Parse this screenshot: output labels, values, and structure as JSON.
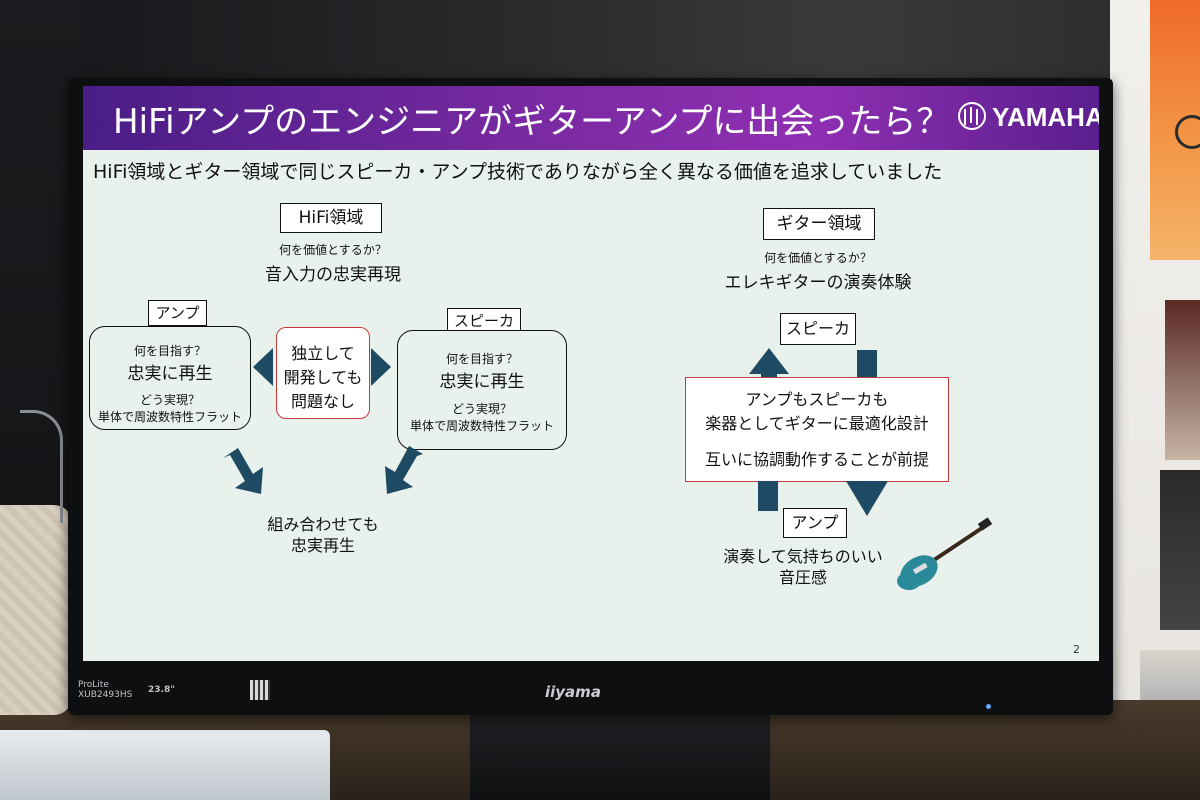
{
  "slide": {
    "title": "HiFiアンプのエンジニアがギターアンプに出会ったら？",
    "logo": "YAMAHA",
    "subtitle": "HiFi領域とギター領域で同じスピーカ・アンプ技術でありながら全く異なる価値を追求していました",
    "page_number": "2",
    "hifi": {
      "heading": "HiFi領域",
      "question": "何を価値とするか？",
      "value": "音入力の忠実再現",
      "amp": {
        "label": "アンプ",
        "goal_q": "何を目指す？",
        "goal": "忠実に再生",
        "how_q": "どう実現？",
        "how": "単体で周波数特性フラット"
      },
      "speaker": {
        "label": "スピーカ",
        "goal_q": "何を目指す？",
        "goal": "忠実に再生",
        "how_q": "どう実現？",
        "how": "単体で周波数特性フラット"
      },
      "middle_lines": [
        "独立して",
        "開発しても",
        "問題なし"
      ],
      "result_lines": [
        "組み合わせても",
        "忠実再生"
      ]
    },
    "guitar": {
      "heading": "ギター領域",
      "question": "何を価値とするか？",
      "value": "エレキギターの演奏体験",
      "speaker_label": "スピーカ",
      "amp_label": "アンプ",
      "center_lines": [
        "アンプもスピーカも",
        "楽器としてギターに最適化設計",
        "",
        "互いに協調動作することが前提"
      ],
      "result_lines": [
        "演奏して気持ちのいい",
        "音圧感"
      ]
    }
  },
  "monitor": {
    "brand": "iiyama",
    "model_line1": "ProLite",
    "model_line2": "XUB2493HS",
    "size": "23.8\""
  },
  "colors": {
    "title_bar": "#7a2aa2",
    "slide_bg": "#e9f1ec",
    "arrow": "#1f4a63",
    "red_box": "#c43a3a"
  }
}
